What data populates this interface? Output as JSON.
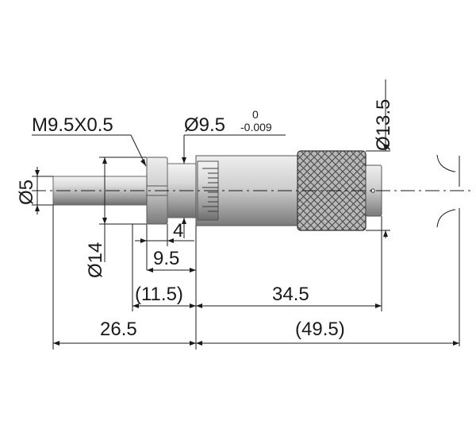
{
  "drawing": {
    "colors": {
      "line": "#1a1a1a",
      "metal_light": "#e6e6e6",
      "metal_dark": "#8a8a8a",
      "background": "#ffffff"
    },
    "labels": {
      "thread": "M9.5X0.5",
      "stem_diameter_main": "Ø9.5",
      "stem_tol_upper": "0",
      "stem_tol_lower": "-0.009",
      "thimble_diameter": "Ø13.5",
      "spindle_diameter": "Ø5",
      "nut_diameter": "Ø14",
      "nut_width": "4",
      "mount_length": "9.5",
      "ref_length_1": "(11.5)",
      "thimble_length": "34.5",
      "spindle_length": "26.5",
      "ref_length_2": "(49.5)"
    }
  }
}
